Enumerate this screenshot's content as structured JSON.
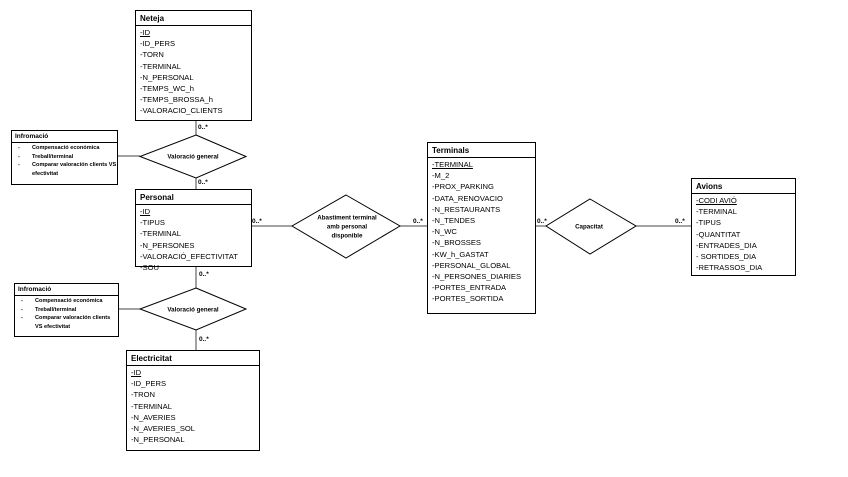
{
  "entities": {
    "neteja": {
      "title": "Neteja",
      "attrs": [
        "-ID",
        "-ID_PERS",
        "-TORN",
        "-TERMINAL",
        "-N_PERSONAL",
        "-TEMPS_WC_h",
        "-TEMPS_BROSSA_h",
        "-VALORACIO_CLIENTS"
      ],
      "pk": 0
    },
    "personal": {
      "title": "Personal",
      "attrs": [
        "-ID",
        "-TIPUS",
        "-TERMINAL",
        "-N_PERSONES",
        "-VALORACIÓ_EFECTIVITAT",
        "-SOU"
      ],
      "pk": 0
    },
    "electricitat": {
      "title": "Electricitat",
      "attrs": [
        "-ID",
        "-ID_PERS",
        "-TRON",
        "-TERMINAL",
        "-N_AVERIES",
        "-N_AVERIES_SOL",
        "-N_PERSONAL"
      ],
      "pk": 0
    },
    "terminals": {
      "title": "Terminals",
      "attrs": [
        "-TERMINAL",
        "-M_2",
        "-PROX_PARKING",
        "-DATA_RENOVACIO",
        "-N_RESTAURANTS",
        "-N_TENDES",
        "-N_WC",
        "-N_BROSSES",
        "-KW_h_GASTAT",
        "-PERSONAL_GLOBAL",
        "-N_PERSONES_DIARIES",
        "-PORTES_ENTRADA",
        "-PORTES_SORTIDA"
      ],
      "pk": 0
    },
    "avions": {
      "title": "Avions",
      "attrs": [
        "-CODI AVIÓ",
        "-TERMINAL",
        "-TIPUS",
        "-QUANTITAT",
        "-ENTRADES_DIA",
        "- SORTIDES_DIA",
        "-RETRASSOS_DIA"
      ],
      "pk": 0
    }
  },
  "relationships": {
    "valoracio1": {
      "label": "Valoració general"
    },
    "valoracio2": {
      "label": "Valoració general"
    },
    "abastiment": {
      "label": "Abastiment terminal amb personal disponible"
    },
    "capacitat": {
      "label": "Capacitat"
    }
  },
  "notes": {
    "info1": {
      "title": "Infromació",
      "items": [
        "Compensació económica",
        "Treball/terminal",
        "Comparar valoración clients VS efectivitat"
      ]
    },
    "info2": {
      "title": "Infromació",
      "items": [
        "Compensació económica",
        "Treball/terminal",
        "Comparar valoración clients VS efectivitat"
      ]
    }
  },
  "cardinality": "0..*"
}
